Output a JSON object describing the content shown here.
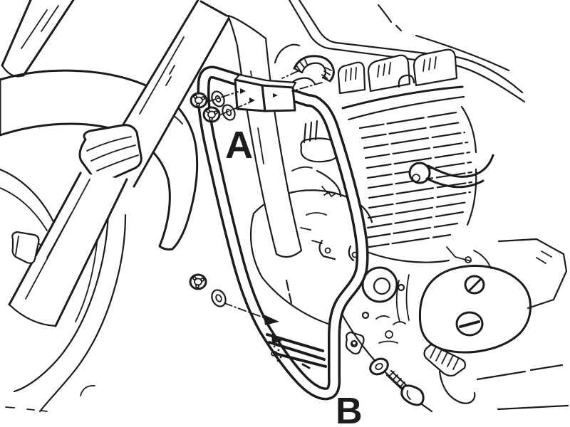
{
  "figure": {
    "background_color": "#ffffff",
    "line_color": "#1c1c1c",
    "labels": {
      "upper_mount": "A",
      "lower_mount": "B"
    },
    "components": [
      "front-fork",
      "front-fender",
      "front-wheel",
      "frame-downtube",
      "engine-guard-tube",
      "upper-mounting-bracket",
      "u-bolt-clamp",
      "flange-nuts",
      "washers",
      "hex-bolt",
      "cylinder-head-fins",
      "valve-cover",
      "crankcase-cover",
      "footpeg"
    ]
  }
}
